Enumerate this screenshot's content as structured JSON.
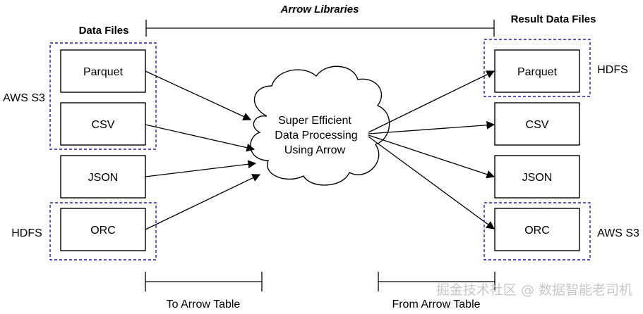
{
  "header": {
    "arrow_libraries": "Arrow Libraries",
    "data_files": "Data Files",
    "result_data_files": "Result Data Files"
  },
  "inputs": {
    "parquet": "Parquet",
    "csv": "CSV",
    "json": "JSON",
    "orc": "ORC"
  },
  "outputs": {
    "parquet": "Parquet",
    "csv": "CSV",
    "json": "JSON",
    "orc": "ORC"
  },
  "groups": {
    "left_top": "AWS S3",
    "left_bottom": "HDFS",
    "right_top": "HDFS",
    "right_bottom": "AWS S3"
  },
  "cloud": {
    "line1": "Super Efficient",
    "line2": "Data Processing",
    "line3": "Using Arrow"
  },
  "bottom": {
    "to_arrow": "To Arrow Table",
    "from_arrow": "From Arrow Table"
  },
  "watermark": "掘金技术社区 @ 数据智能老司机",
  "colors": {
    "group_border": "#1f1fa8",
    "stroke": "#000000"
  }
}
